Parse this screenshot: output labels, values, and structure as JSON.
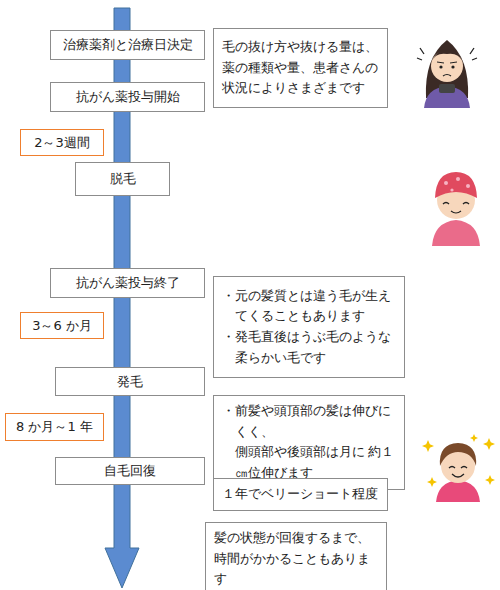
{
  "diagram": {
    "nodes": [
      {
        "text": [
          "治療薬剤と治療日決定"
        ]
      },
      {
        "text": [
          "毛の抜け方や抜ける量は、 薬の種類や量、患者さんの 状況によりさまざまです"
        ]
      },
      {
        "text": [
          "抗がん薬投与開始"
        ]
      },
      {
        "text": [
          "2～3週間"
        ]
      },
      {
        "text": [
          "脱毛"
        ]
      },
      {
        "text": [
          "抗がん薬投与終了"
        ]
      },
      {
        "text": [
          "・元の髪質とは違う毛が生え てくることもあります",
          "・発毛直後はうぶ毛のような 柔らかい毛です"
        ]
      },
      {
        "text": [
          "3～6 か月"
        ]
      },
      {
        "text": [
          "発毛"
        ]
      },
      {
        "text": [
          "・前髪や頭頂部の髪は伸びに くく、側頭部や後頭部は月に 約１㎝位伸びます"
        ]
      },
      {
        "text": [
          "8 か月～1 年"
        ]
      },
      {
        "text": [
          "自毛回復"
        ]
      },
      {
        "text": [
          "１年でベリーショート程度"
        ]
      },
      {
        "text": [
          "髪の状態が回復するまで、 時間がかかることもあります"
        ]
      }
    ]
  }
}
